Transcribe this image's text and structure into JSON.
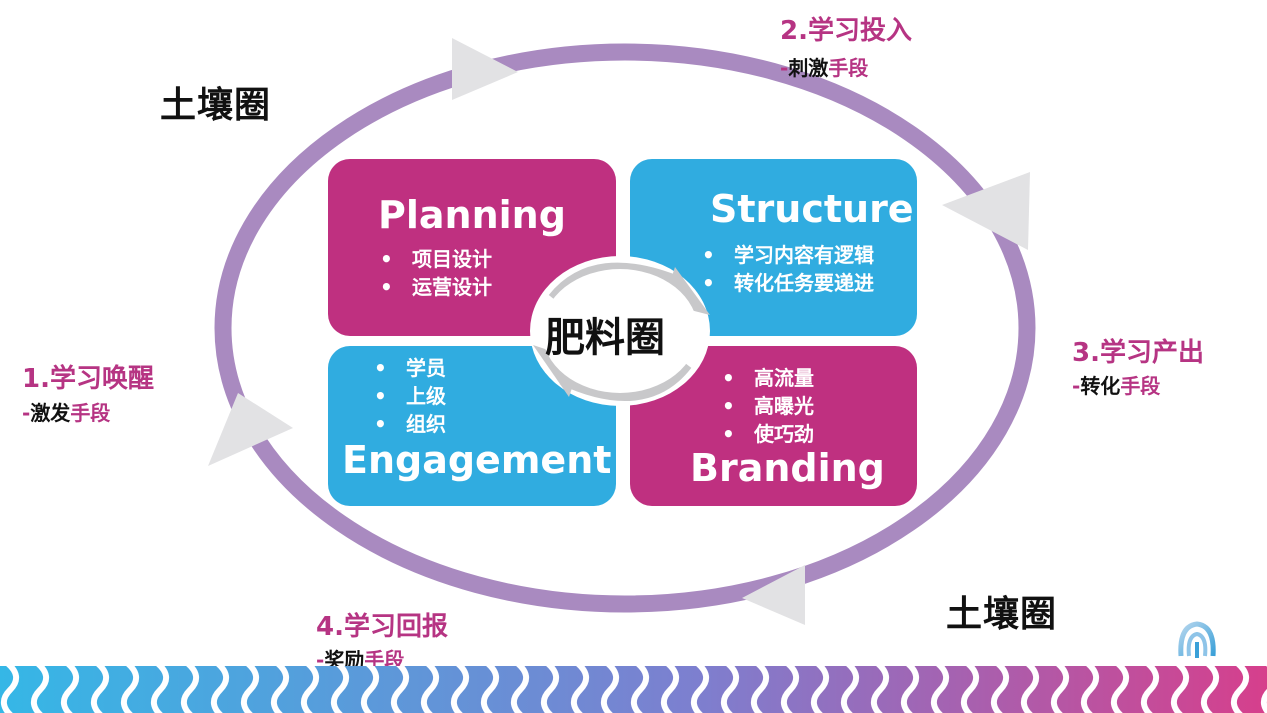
{
  "outer_ring": {
    "label_top": "土壤圈",
    "label_bottom": "土壤圈",
    "color": "#a98ac0",
    "arrow_color": "#e2e2e4"
  },
  "steps": [
    {
      "title": "1.学习唤醒",
      "sub_dash": "-",
      "sub_a": "激发",
      "sub_b": "手段"
    },
    {
      "title": "2.学习投入",
      "sub_dash": "-",
      "sub_a": "刺激",
      "sub_b": "手段"
    },
    {
      "title": "3.学习产出",
      "sub_dash": "-",
      "sub_a": "转化",
      "sub_b": "手段"
    },
    {
      "title": "4.学习回报",
      "sub_dash": "-",
      "sub_a": "奖励",
      "sub_b": "手段"
    }
  ],
  "quadrants": {
    "planning": {
      "title": "Planning",
      "items": [
        "项目设计",
        "运营设计"
      ],
      "color": "#bf3080"
    },
    "structure": {
      "title": "Structure",
      "items": [
        "学习内容有逻辑",
        "转化任务要递进"
      ],
      "color": "#30ace0"
    },
    "engagement": {
      "title": "Engagement",
      "items": [
        "学员",
        "上级",
        "组织"
      ],
      "color": "#30ace0"
    },
    "branding": {
      "title": "Branding",
      "items": [
        "高流量",
        "高曝光",
        "使巧劲"
      ],
      "color": "#bf3080"
    }
  },
  "center": {
    "label": "肥料圈"
  }
}
